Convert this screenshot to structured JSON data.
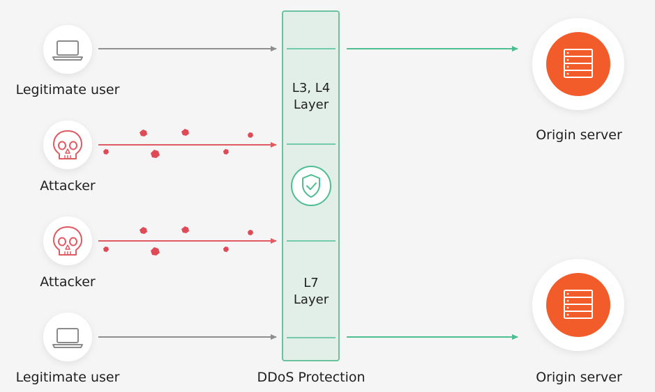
{
  "nodes": {
    "user_top": "Legitimate user",
    "attacker_1": "Attacker",
    "attacker_2": "Attacker",
    "user_bottom": "Legitimate user"
  },
  "protection": {
    "title": "DDoS Protection",
    "layer_l3_l4_line1": "L3, L4",
    "layer_l3_l4_line2": "Layer",
    "layer_l7_line1": "L7",
    "layer_l7_line2": "Layer",
    "icon": "shield-check-icon"
  },
  "servers": {
    "top": "Origin server",
    "bottom": "Origin server",
    "icon": "server-rack-icon"
  },
  "colors": {
    "background": "#f5f5f5",
    "legit_arrow": "#8e8e8e",
    "attack_arrow": "#e05a62",
    "clean_arrow": "#4dbd92",
    "protection_fill": "#e2efe9",
    "protection_border": "#6cc29e",
    "server_orange": "#f25c2a",
    "attack_dot": "#e04a57"
  }
}
